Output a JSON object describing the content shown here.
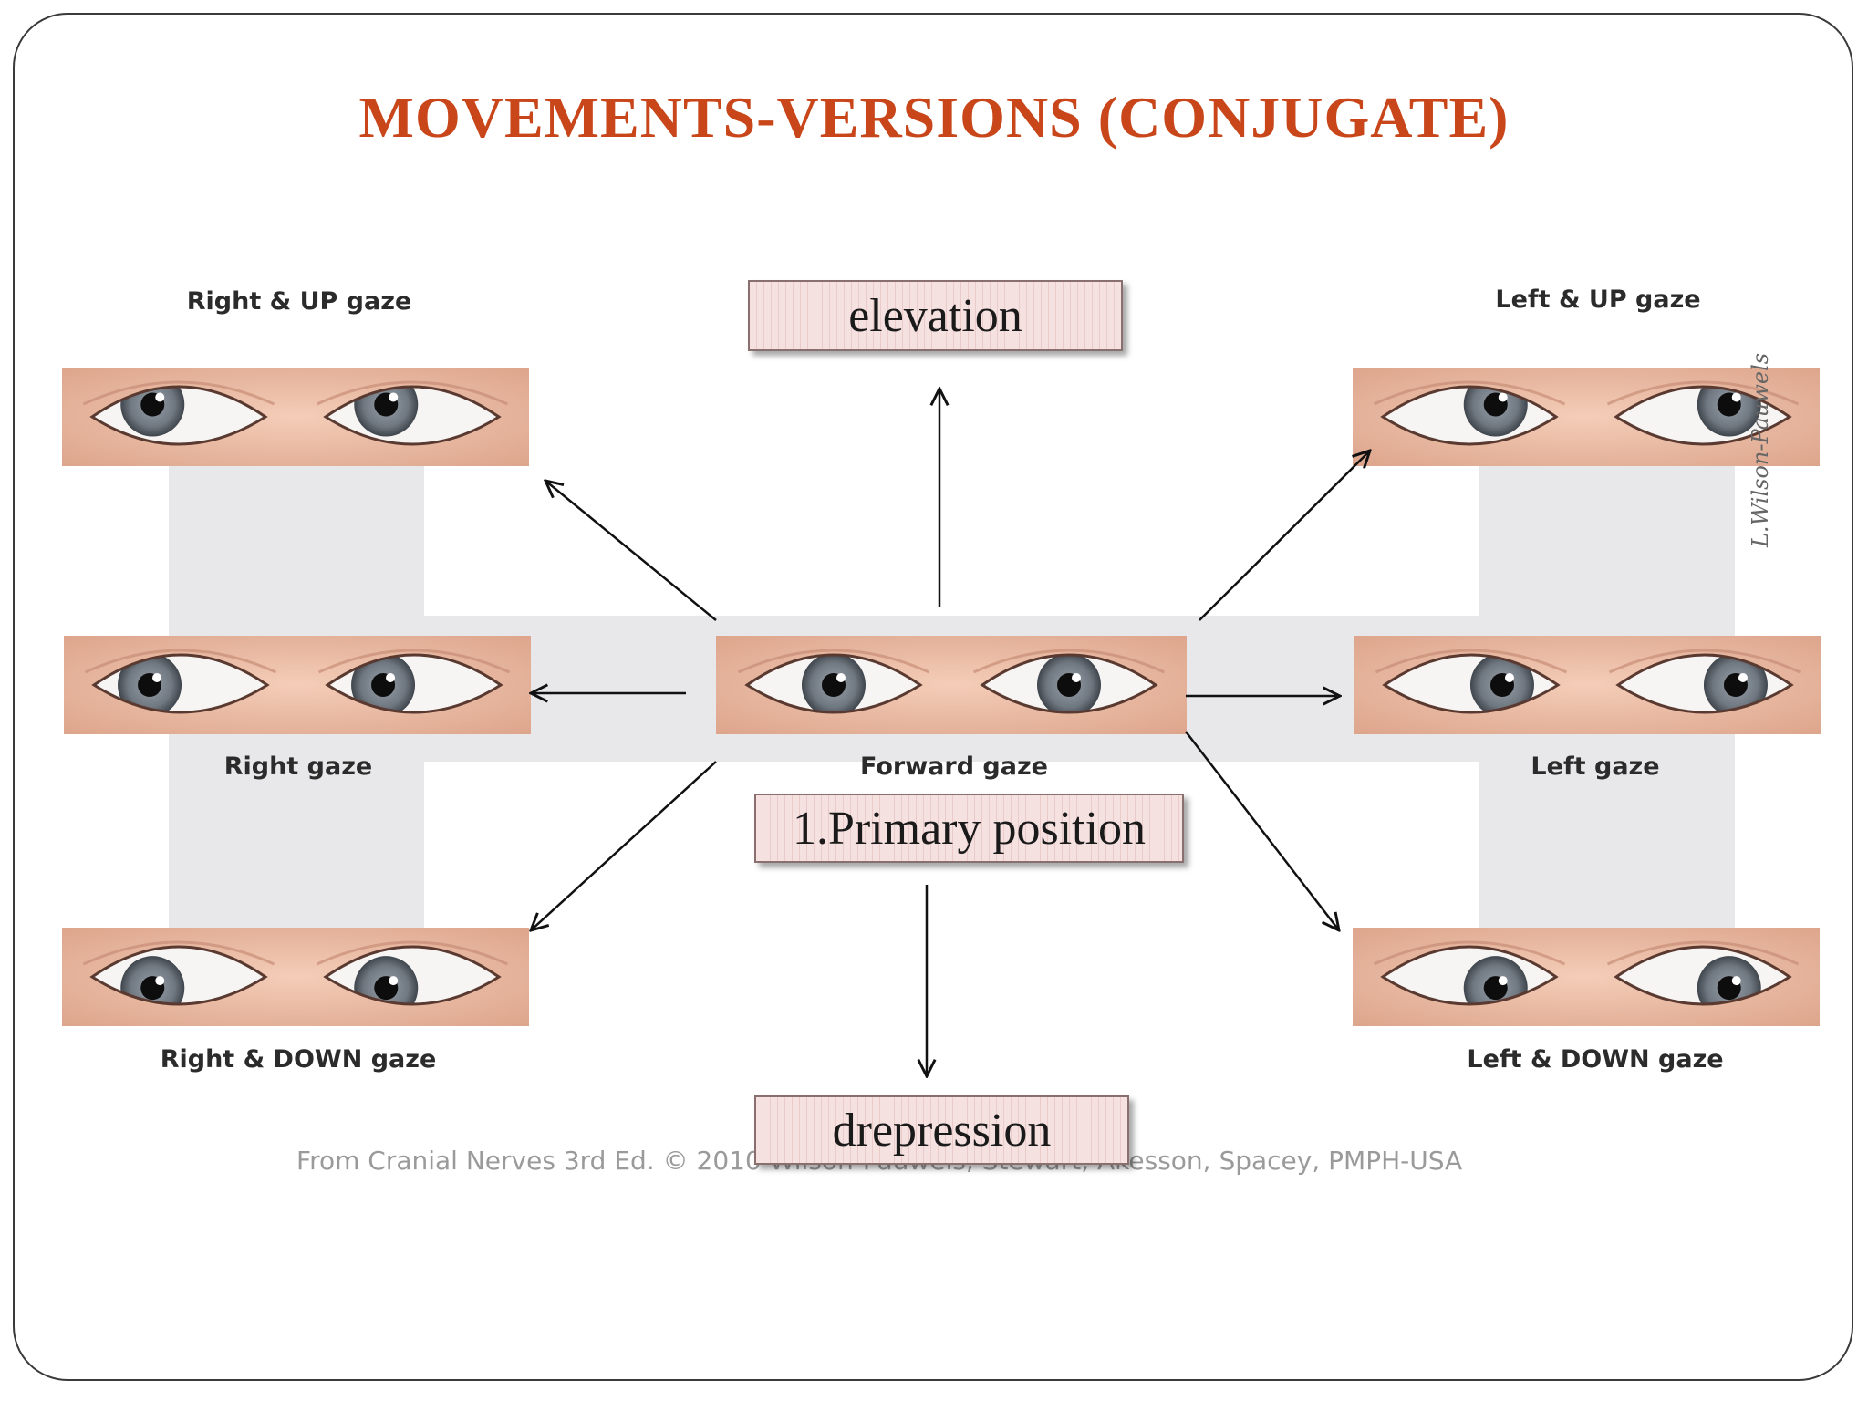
{
  "title": "MOVEMENTS-VERSIONS (CONJUGATE)",
  "colors": {
    "title": "#c8461a",
    "skin": "#eab9a2",
    "iris": "#6f7780",
    "background_band": "#e8e8ea"
  },
  "gaze_labels": {
    "right_up": "Right & UP gaze",
    "left_up": "Left & UP gaze",
    "right": "Right gaze",
    "forward": "Forward gaze",
    "left": "Left gaze",
    "right_down": "Right & DOWN gaze",
    "left_down": "Left & DOWN gaze"
  },
  "boxes": {
    "elevation": "elevation",
    "primary": "1.Primary position",
    "depression": "drepression"
  },
  "credit": "From Cranial Nerves 3rd Ed. © 2010 Wilson-Pauwels, Stewart, Akesson, Spacey, PMPH-USA",
  "signature": "L.Wilson-Pauwels",
  "icons": {
    "eye": "eye-icon",
    "arrow": "arrow-icon"
  },
  "eye_panels": [
    {
      "id": "right-up",
      "gaze": [
        -0.55,
        -0.5
      ]
    },
    {
      "id": "left-up",
      "gaze": [
        0.55,
        -0.5
      ]
    },
    {
      "id": "right",
      "gaze": [
        -0.65,
        0
      ]
    },
    {
      "id": "forward",
      "gaze": [
        0,
        0
      ]
    },
    {
      "id": "left",
      "gaze": [
        0.65,
        0
      ]
    },
    {
      "id": "right-down",
      "gaze": [
        -0.55,
        0.45
      ]
    },
    {
      "id": "left-down",
      "gaze": [
        0.55,
        0.45
      ]
    }
  ]
}
